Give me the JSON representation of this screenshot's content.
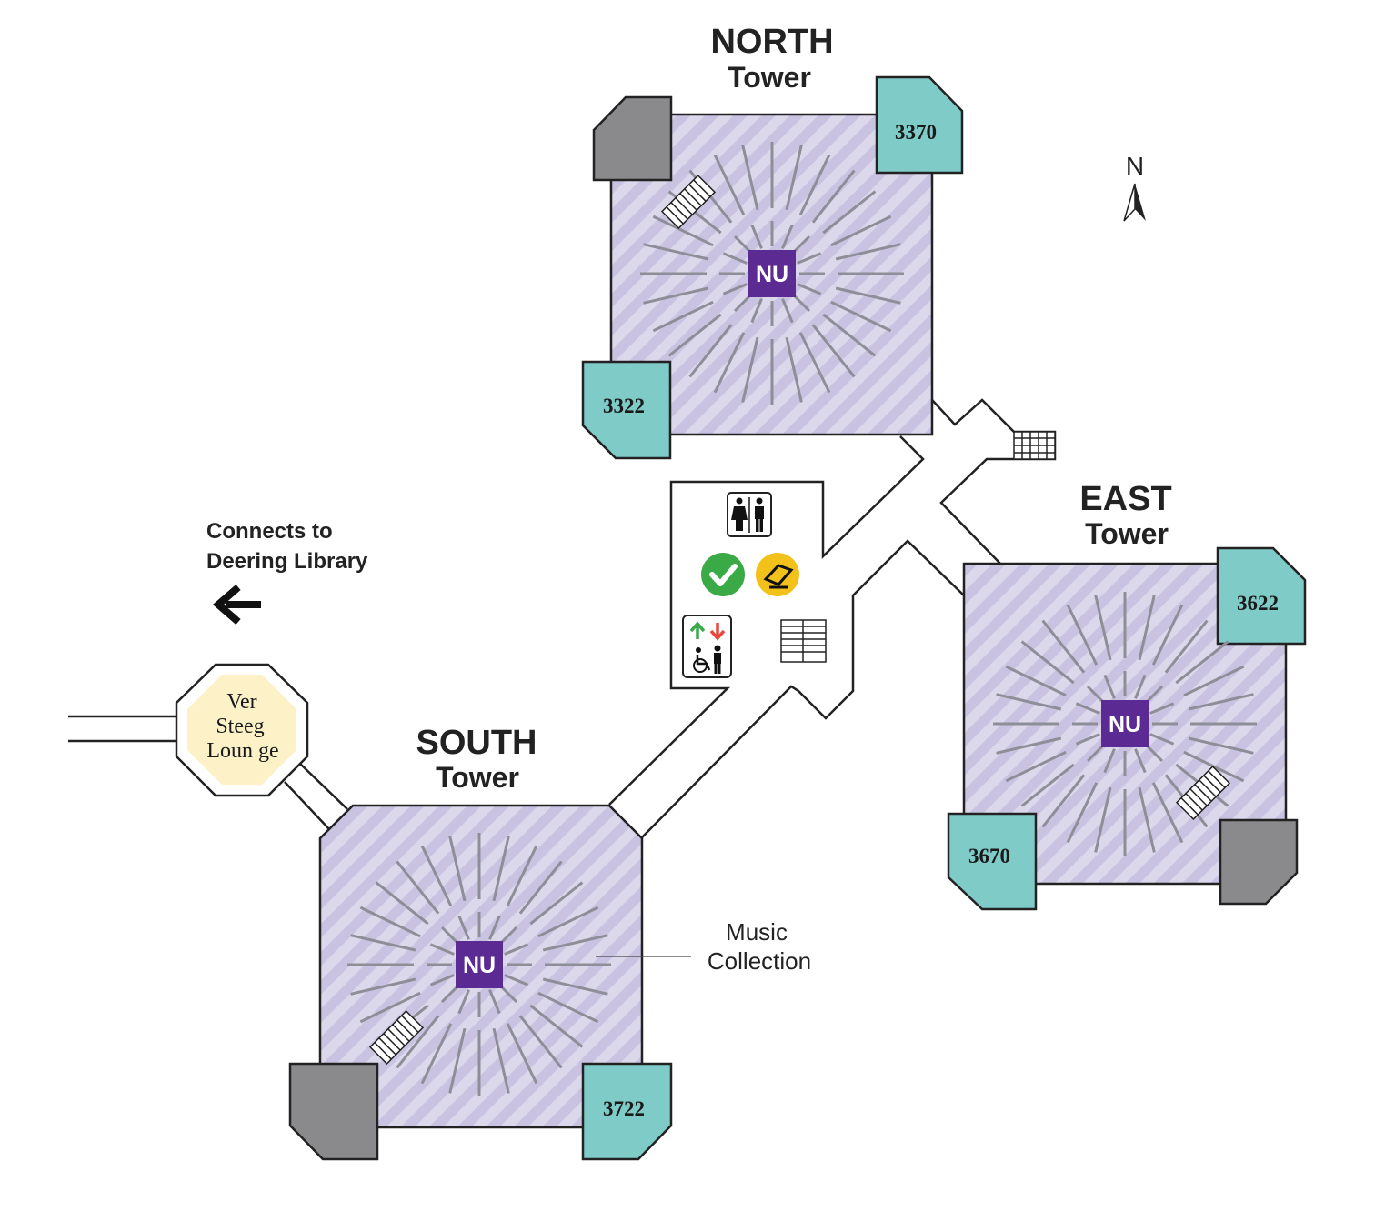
{
  "towers": {
    "north": {
      "name": "NORTH",
      "sub": "Tower",
      "logo": "NU",
      "rooms": [
        "3370",
        "3322"
      ]
    },
    "east": {
      "name": "EAST",
      "sub": "Tower",
      "logo": "NU",
      "rooms": [
        "3622",
        "3670"
      ]
    },
    "south": {
      "name": "SOUTH",
      "sub": "Tower",
      "logo": "NU",
      "rooms": [
        "3722"
      ]
    }
  },
  "compass": {
    "label": "N"
  },
  "connector": {
    "line1": "Connects to",
    "line2": "Deering Library",
    "icon": "arrow-left-icon"
  },
  "lounge": {
    "line1": "Ver",
    "line2": "Steeg",
    "line3": "Loun ge"
  },
  "music": {
    "line1": "Music",
    "line2": "Collection"
  },
  "amenities": [
    "restroom-icon",
    "checkout-icon",
    "scanner-icon",
    "elevator-icon",
    "stairs-icon"
  ],
  "colors": {
    "floor": "#dcd8ec",
    "stripe": "#c4bede",
    "room": "#7ecbc8",
    "service": "#8a8a8c",
    "logo": "#5b2a92",
    "lounge": "#fdf1c7",
    "checkout": "#3aaa47",
    "scanner": "#f2c21b"
  }
}
